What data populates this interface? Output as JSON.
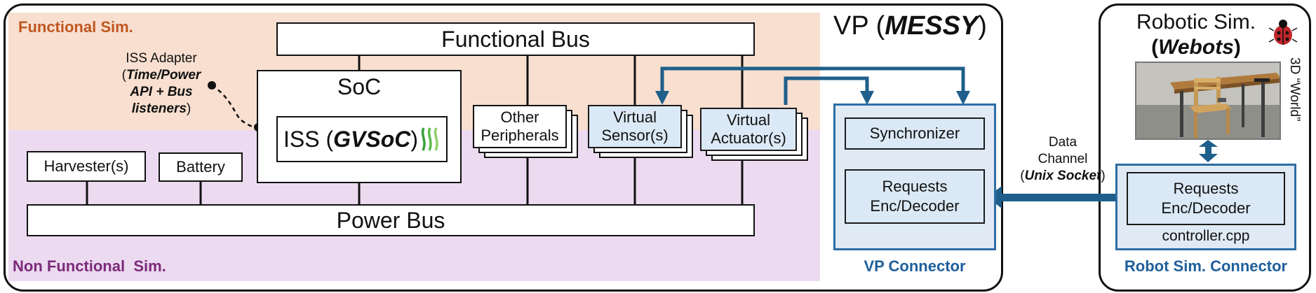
{
  "regions": {
    "functional_label": "Functional Sim.",
    "non_functional_label": "Non Functional  Sim."
  },
  "vp": {
    "title_prefix": "VP (",
    "title_name": "MESSY",
    "title_suffix": ")"
  },
  "buses": {
    "functional": "Functional Bus",
    "power": "Power Bus"
  },
  "soc": {
    "title": "SoC",
    "iss_prefix": "ISS (",
    "iss_name": "GVSoC",
    "iss_suffix": ")"
  },
  "iss_adapter": {
    "line1": "ISS Adapter",
    "line2_open": "(",
    "line2_bold": "Time/Power",
    "line3": "API + Bus",
    "line4_bold": "listeners",
    "line4_close": ")"
  },
  "peripherals": {
    "other_line1": "Other",
    "other_line2": "Peripherals",
    "sensor_line1": "Virtual",
    "sensor_line2": "Sensor(s)",
    "actuator_line1": "Virtual",
    "actuator_line2": "Actuator(s)"
  },
  "power_components": {
    "harvester": "Harvester(s)",
    "battery": "Battery"
  },
  "vp_connector": {
    "synchronizer": "Synchronizer",
    "requests_line1": "Requests",
    "requests_line2": "Enc/Decoder",
    "label": "VP Connector"
  },
  "data_channel": {
    "line1": "Data",
    "line2": "Channel",
    "line3_open": "(",
    "line3_bold": "Unix Socket",
    "line3_close": ")"
  },
  "robotic": {
    "title_line1": "Robotic Sim.",
    "title_open": "(",
    "title_name": "Webots",
    "title_close": ")",
    "world_label": "3D “World”",
    "requests_line1": "Requests",
    "requests_line2": "Enc/Decoder",
    "controller": "controller.cpp",
    "connector_label": "Robot Sim. Connector"
  },
  "colors": {
    "functional_band": "#f8dfd0",
    "non_functional_band": "#ecdaf0",
    "arrow_blue": "#1f5f8b",
    "connector_border": "#2e6da4"
  }
}
